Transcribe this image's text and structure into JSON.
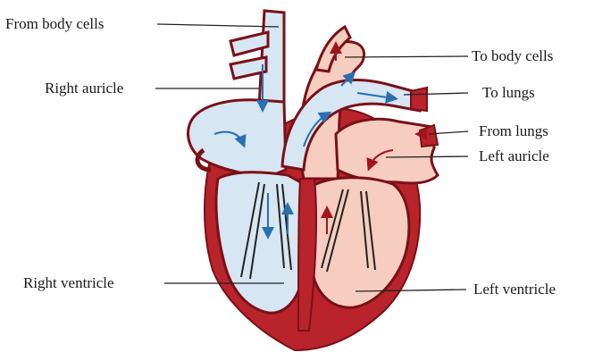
{
  "labels": {
    "from_body_cells": "From body cells",
    "right_auricle": "Right auricle",
    "right_ventricle": "Right ventricle",
    "to_body_cells": "To body cells",
    "to_lungs": "To lungs",
    "from_lungs": "From lungs",
    "left_auricle": "Left auricle",
    "left_ventricle": "Left ventricle"
  },
  "colors": {
    "muscle": "#b8232c",
    "muscle_dark": "#7a1017",
    "deoxygenated_blood": "#d6e6f2",
    "oxygenated_blood": "#f6cdbf",
    "flow_arrow_blue": "#2a6fb0",
    "flow_arrow_red": "#a3141d",
    "valve_strings": "#222222",
    "leader_line": "#222222"
  }
}
